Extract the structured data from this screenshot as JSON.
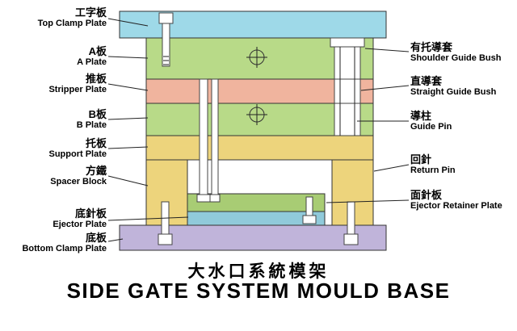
{
  "diagram": {
    "title_zh": "大水口系統模架",
    "title_en": "SIDE GATE SYSTEM MOULD BASE",
    "left_labels": [
      {
        "zh": "工字板",
        "en": "Top Clamp Plate"
      },
      {
        "zh": "A板",
        "en": "A Plate"
      },
      {
        "zh": "推板",
        "en": "Stripper Plate"
      },
      {
        "zh": "B板",
        "en": "B Plate"
      },
      {
        "zh": "托板",
        "en": "Support Plate"
      },
      {
        "zh": "方鐵",
        "en": "Spacer Block"
      },
      {
        "zh": "底針板",
        "en": "Ejector Plate"
      },
      {
        "zh": "底板",
        "en": "Bottom Clamp Plate"
      }
    ],
    "right_labels": [
      {
        "zh": "有托導套",
        "en": "Shoulder Guide Bush"
      },
      {
        "zh": "直導套",
        "en": "Straight Guide Bush"
      },
      {
        "zh": "導柱",
        "en": "Guide Pin"
      },
      {
        "zh": "回針",
        "en": "Return Pin"
      },
      {
        "zh": "面針板",
        "en": "Ejector Retainer Plate"
      }
    ],
    "colors": {
      "top_clamp_plate": "#9ed9e8",
      "a_plate": "#b8da88",
      "stripper_plate": "#f0b49e",
      "b_plate": "#b8da88",
      "support_plate": "#edd47c",
      "spacer_block": "#edd47c",
      "ejector_retainer_plate": "#a8cc74",
      "ejector_plate": "#90cada",
      "bottom_clamp_plate": "#c0b4da",
      "hardware": "#ffffff",
      "outline": "#333333"
    }
  }
}
